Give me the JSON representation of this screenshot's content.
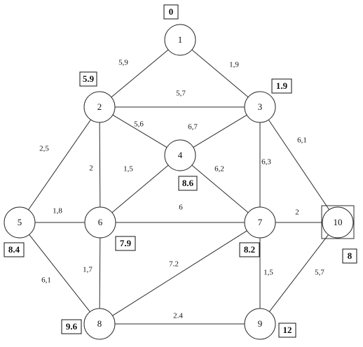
{
  "nodes": [
    {
      "id": "1",
      "label": "1",
      "distance": "0"
    },
    {
      "id": "2",
      "label": "2",
      "distance": "5.9"
    },
    {
      "id": "3",
      "label": "3",
      "distance": "1.9"
    },
    {
      "id": "4",
      "label": "4",
      "distance": "8.6"
    },
    {
      "id": "5",
      "label": "5",
      "distance": "8.4"
    },
    {
      "id": "6",
      "label": "6",
      "distance": "7.9"
    },
    {
      "id": "7",
      "label": "7",
      "distance": "8.2"
    },
    {
      "id": "8",
      "label": "8",
      "distance": "9.6"
    },
    {
      "id": "9",
      "label": "9",
      "distance": "12"
    },
    {
      "id": "10",
      "label": "10",
      "distance": "8"
    }
  ],
  "edges": [
    {
      "from": "1",
      "to": "2",
      "weight": "5,9"
    },
    {
      "from": "1",
      "to": "3",
      "weight": "1,9"
    },
    {
      "from": "2",
      "to": "3",
      "weight": "5,7"
    },
    {
      "from": "2",
      "to": "4",
      "weight": "5,6"
    },
    {
      "from": "3",
      "to": "4",
      "weight": "6,7"
    },
    {
      "from": "2",
      "to": "5",
      "weight": "2,5"
    },
    {
      "from": "2",
      "to": "6",
      "weight": "2"
    },
    {
      "from": "3",
      "to": "7",
      "weight": "6,3"
    },
    {
      "from": "3",
      "to": "10",
      "weight": "6,1"
    },
    {
      "from": "4",
      "to": "6",
      "weight": "1,5"
    },
    {
      "from": "4",
      "to": "7",
      "weight": "6,2"
    },
    {
      "from": "5",
      "to": "6",
      "weight": "1,8"
    },
    {
      "from": "6",
      "to": "7",
      "weight": "6"
    },
    {
      "from": "7",
      "to": "10",
      "weight": "2"
    },
    {
      "from": "5",
      "to": "8",
      "weight": "6,1"
    },
    {
      "from": "6",
      "to": "8",
      "weight": "1,7"
    },
    {
      "from": "7",
      "to": "8",
      "weight": "7.2"
    },
    {
      "from": "7",
      "to": "9",
      "weight": "1,5"
    },
    {
      "from": "8",
      "to": "9",
      "weight": "2.4"
    },
    {
      "from": "10",
      "to": "9",
      "weight": "5,7"
    }
  ]
}
